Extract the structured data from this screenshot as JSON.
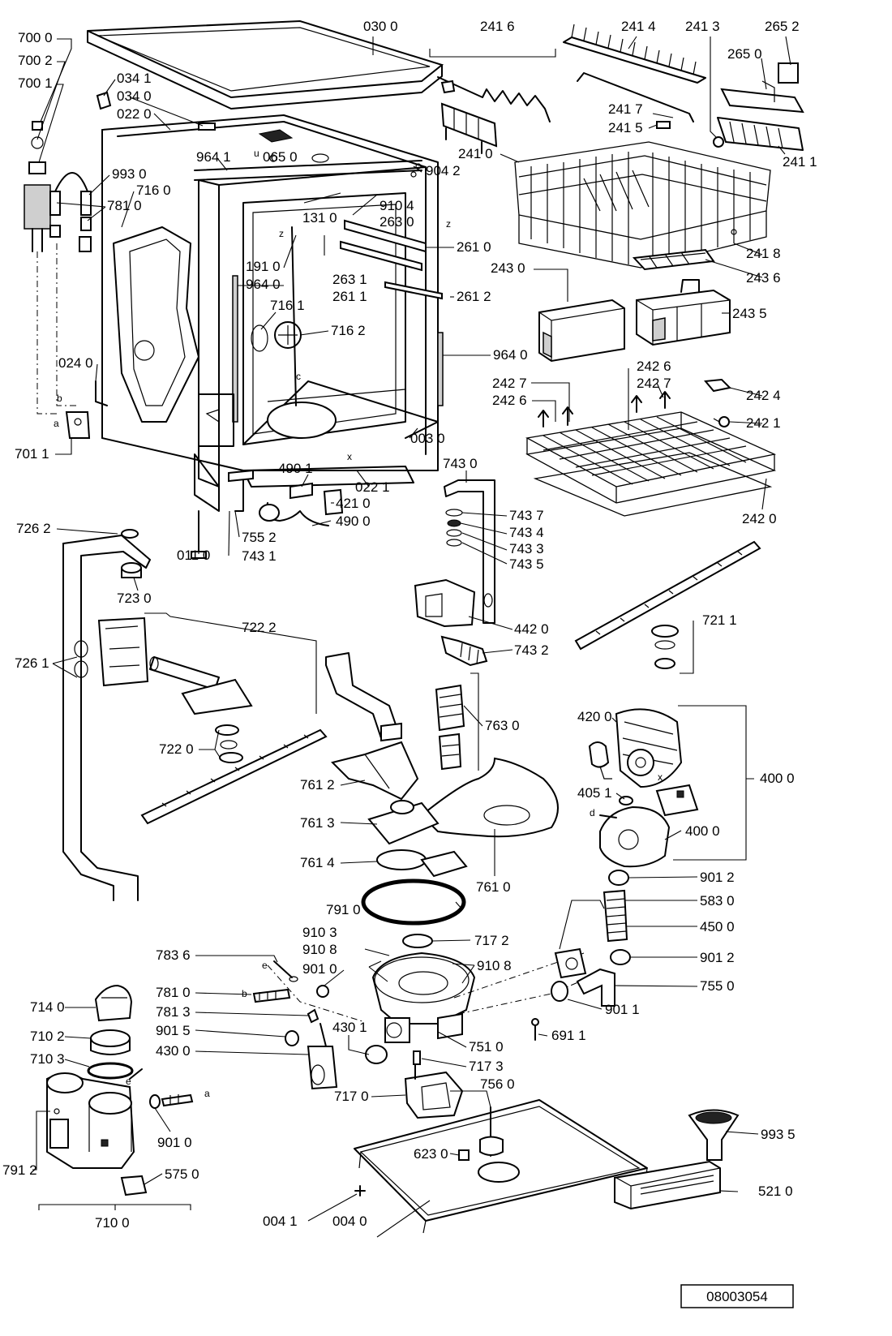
{
  "document_id": "08003054",
  "part_labels": [
    "030 0",
    "700 0",
    "700 2",
    "700 1",
    "034 1",
    "034 0",
    "022 0",
    "993 0",
    "716 0",
    "781 0",
    "964 1",
    "065 0",
    "904 2",
    "910 4",
    "263 0",
    "131 0",
    "261 0",
    "263 1",
    "261 1",
    "191 0",
    "964 0",
    "716 1",
    "716 2",
    "261 2",
    "964 0",
    "024 0",
    "701 1",
    "003 0",
    "022 1",
    "490 1",
    "421 0",
    "490 0",
    "755 2",
    "743 1",
    "011 0",
    "241 6",
    "241 4",
    "241 3",
    "265 2",
    "265 0",
    "241 7",
    "241 5",
    "241 1",
    "241 0",
    "241 8",
    "243 0",
    "243 6",
    "243 5",
    "242 6",
    "242 7",
    "242 7",
    "242 6",
    "242 4",
    "242 1",
    "242 0",
    "743 0",
    "743 7",
    "743 4",
    "743 3",
    "743 5",
    "442 0",
    "743 2",
    "726 2",
    "723 0",
    "722 2",
    "726 1",
    "722 0",
    "721 1",
    "763 0",
    "761 2",
    "761 3",
    "761 4",
    "761 0",
    "420 0",
    "405 1",
    "400 0",
    "400 0",
    "901 2",
    "583 0",
    "450 0",
    "901 2",
    "755 0",
    "901 1",
    "691 1",
    "791 0",
    "717 2",
    "910 3",
    "910 8",
    "910 8",
    "901 0",
    "783 6",
    "781 0",
    "781 3",
    "901 5",
    "430 1",
    "430 0",
    "751 0",
    "717 3",
    "714 0",
    "710 2",
    "710 3",
    "717 0",
    "756 0",
    "791 2",
    "901 0",
    "575 0",
    "710 0",
    "623 0",
    "993 5",
    "004 1",
    "004 0",
    "521 0"
  ],
  "letter_marks": [
    "a",
    "b",
    "c",
    "d",
    "e",
    "x",
    "z",
    "u"
  ],
  "colors": {
    "line": "#000000",
    "background": "#ffffff",
    "shade": "#cfcfcf"
  }
}
